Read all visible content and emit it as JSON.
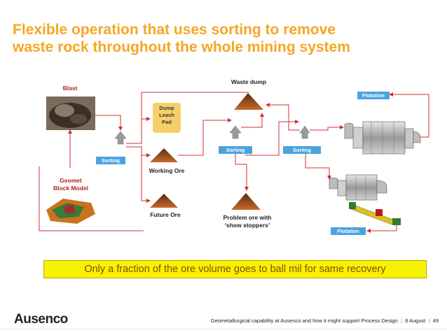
{
  "title_line1": "Flexible operation that uses sorting to remove",
  "title_line2": "waste rock throughout the whole mining system",
  "labels": {
    "blast": "Blast",
    "geomet": "Geomet",
    "block_model": "Block Model",
    "sorting1": "Sorting",
    "sorting2": "Sorting",
    "sorting3": "Sorting",
    "dump_l1": "Dump",
    "dump_l2": "Leach",
    "dump_l3": "Pad",
    "working_ore": "Working Ore",
    "future_ore": "Future Ore",
    "waste_dump": "Waste dump",
    "problem_l1": "Problem ore with",
    "problem_l2": "‘show stoppers’",
    "flotation_top": "Flotation",
    "flotation_bottom": "Flotation"
  },
  "banner": "Only a fraction of the ore volume goes to ball mil for same recovery",
  "footer": {
    "logo": "Ausenco",
    "caption": "Geometallurgical capability at Ausenco and how it might support Process Design",
    "date": "8 August",
    "page": "49",
    "separator": "|"
  },
  "colors": {
    "title": "#f5a623",
    "arrow": "#d32f2f",
    "sorting_box": "#4aa3df",
    "banner_bg": "#f7f200",
    "banner_text": "#8a4a00"
  }
}
